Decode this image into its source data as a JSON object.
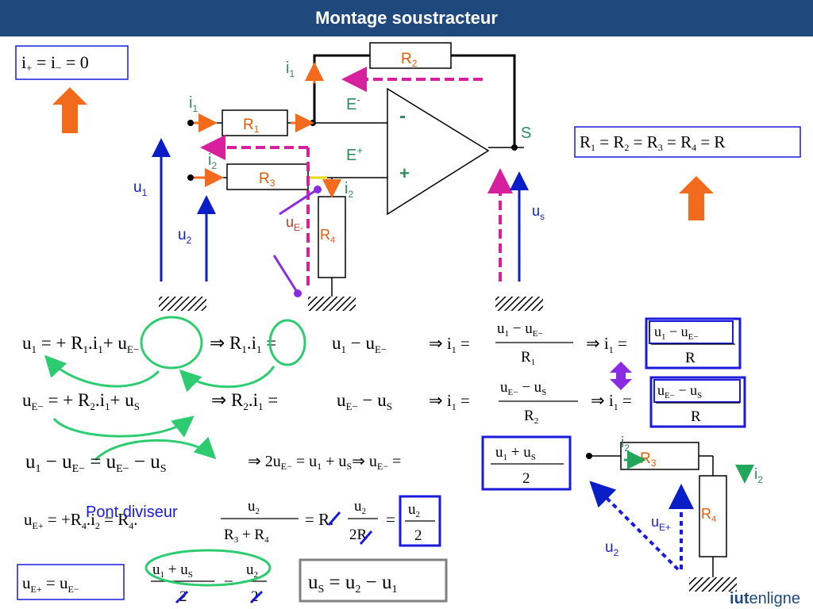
{
  "title": "Montage soustracteur",
  "circuit": {
    "labels": {
      "r1": "R",
      "r1_sub": "1",
      "r2": "R",
      "r2_sub": "2",
      "r3": "R",
      "r3_sub": "3",
      "r4": "R",
      "r4_sub": "4",
      "i1": "i",
      "i1_sub": "1",
      "i2": "i",
      "i2_sub": "2",
      "e_minus": "E",
      "e_minus_sup": "-",
      "e_plus": "E",
      "e_plus_sup": "+",
      "minus_sign": "-",
      "plus_sign": "+",
      "s": "S",
      "u1": "u",
      "u1_sub": "1",
      "u2": "u",
      "u2_sub": "2",
      "us": "u",
      "us_sub": "s",
      "ue": "u",
      "ue_sub": "E-",
      "uep": "u",
      "uep_sub": "E+"
    }
  },
  "note": "Pont diviseur",
  "colors": {
    "title_bg": "#1f497d",
    "orange": "#f26a1b",
    "magenta": "#d6209e",
    "blue": "#0a1ec8",
    "green": "#2ecc71",
    "purple": "#8a2be2",
    "box_blue": "#1a1adc",
    "red_label": "#e05a00"
  },
  "logo": {
    "part1": "iut",
    "part2": "enligne"
  }
}
